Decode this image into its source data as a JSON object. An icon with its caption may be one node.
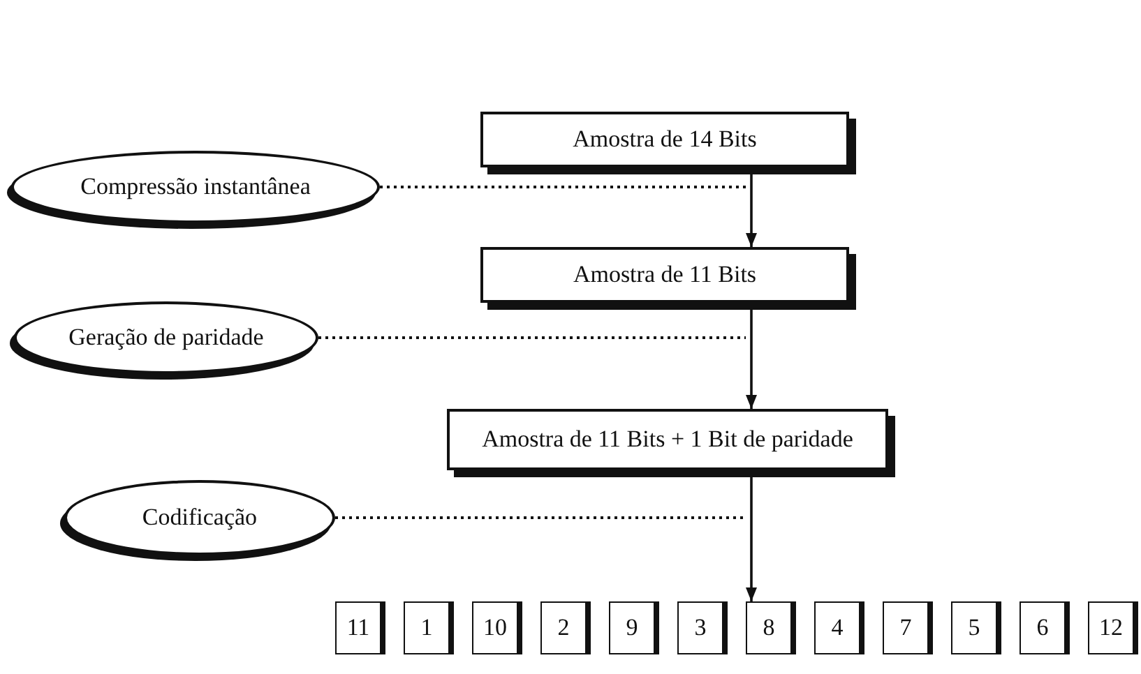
{
  "diagram": {
    "nodes": [
      {
        "text": [
          "Amostra de 14 Bits"
        ]
      },
      {
        "text": [
          "Compressão instantânea"
        ]
      },
      {
        "text": [
          "Amostra de 11 Bits"
        ]
      },
      {
        "text": [
          "Geração de paridade"
        ]
      },
      {
        "text": [
          "Amostra de 11 Bits + 1 Bit de paridade"
        ]
      },
      {
        "text": [
          "Codificação"
        ]
      },
      {
        "text": [
          "11"
        ]
      },
      {
        "text": [
          "1"
        ]
      },
      {
        "text": [
          "10"
        ]
      },
      {
        "text": [
          "2"
        ]
      },
      {
        "text": [
          "9"
        ]
      },
      {
        "text": [
          "3"
        ]
      },
      {
        "text": [
          "8"
        ]
      },
      {
        "text": [
          "4"
        ]
      },
      {
        "text": [
          "7"
        ]
      },
      {
        "text": [
          "5"
        ]
      },
      {
        "text": [
          "6"
        ]
      },
      {
        "text": [
          "12"
        ]
      }
    ],
    "edges": [
      {
        "from": 0,
        "to": 2,
        "arrow": "to"
      },
      {
        "from": 2,
        "to": 4,
        "arrow": "to"
      },
      {
        "from": 4,
        "to": 12,
        "arrow": "to"
      },
      {
        "from": 1,
        "to": null,
        "arrow": "none",
        "style": "dashed"
      },
      {
        "from": 3,
        "to": null,
        "arrow": "none",
        "style": "dashed"
      },
      {
        "from": 5,
        "to": null,
        "arrow": "none",
        "style": "dashed"
      }
    ]
  }
}
